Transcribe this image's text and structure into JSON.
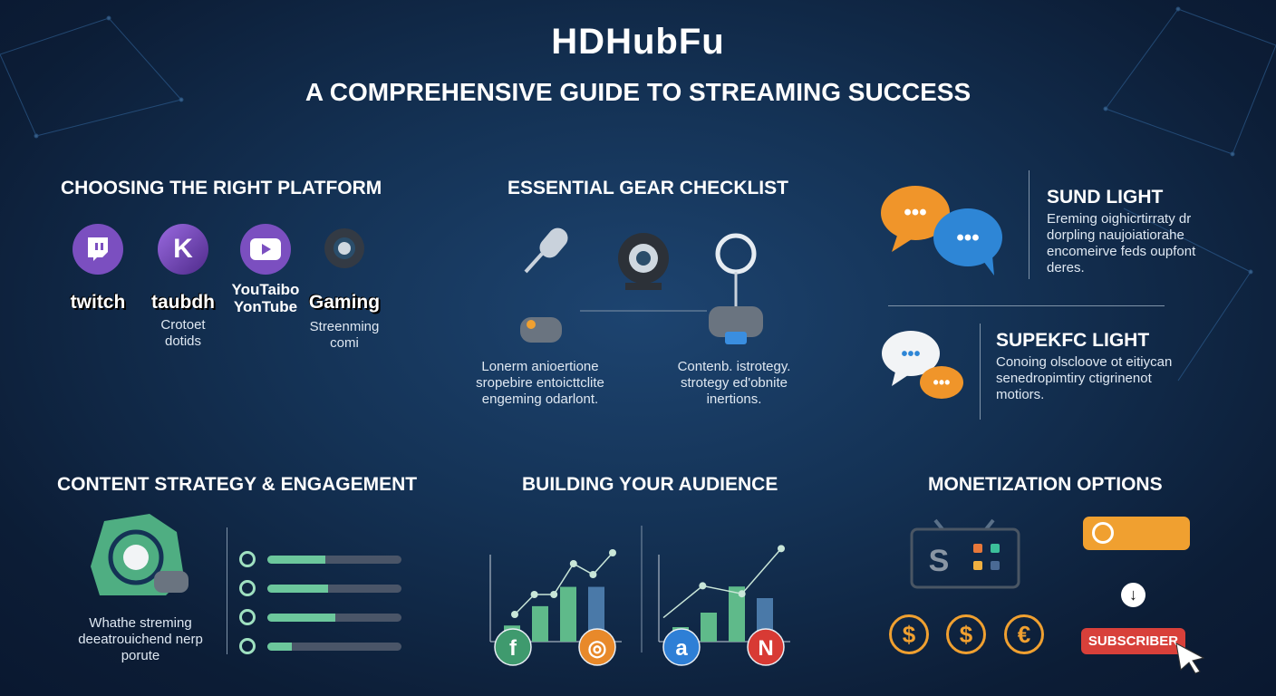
{
  "header": {
    "title": "HDHubFu",
    "subtitle": "A COMPREHENSIVE GUIDE TO STREAMING SUCCESS"
  },
  "platform": {
    "heading": "CHOOSING THE RIGHT PLATFORM",
    "items": [
      {
        "icon": "twitch-icon",
        "logo": "twitch",
        "caption": ""
      },
      {
        "icon": "kick-icon",
        "logo": "taubdh",
        "caption": "Crotoet dotids"
      },
      {
        "icon": "youtube-icon",
        "logo": "YouTaibo YonTube",
        "caption": ""
      },
      {
        "icon": "webcam-icon",
        "logo": "Gaming",
        "caption": "Streenming comi"
      }
    ]
  },
  "gear": {
    "heading": "ESSENTIAL GEAR CHECKLIST",
    "captions": [
      "Lonerm anioertione sropebire entoicttclite engeming odarlont.",
      "Contenb. istrotegy. strotegy ed'obnite inertions."
    ]
  },
  "tips": [
    {
      "heading": "SUND LIGHT",
      "text": "Ereming oighicrtirraty dr dorpling naujoiatiorahe encomeirve feds oupfont deres."
    },
    {
      "heading": "SUPEKFC LIGHT",
      "text": "Conoing olscloove ot eitiycan senedropimtiry ctigrinenot motiors."
    }
  ],
  "content": {
    "heading": "CONTENT STRATEGY & ENGAGEMENT",
    "caption": "Whathe streming deeatrouichend nerp porute",
    "progress": [
      0.43,
      0.45,
      0.51,
      0.18
    ],
    "accent": "#6cc79c"
  },
  "audience": {
    "heading": "BUILDING YOUR AUDIENCE",
    "charts": [
      {
        "bars": [
          1,
          2.2,
          3.4,
          3.4
        ],
        "line": [
          1.5,
          2.6,
          2.6,
          4.3,
          3.7,
          4.9
        ],
        "icons": [
          "facebook-icon",
          "instagram-icon"
        ]
      },
      {
        "bars": [
          1,
          2,
          3.8,
          3
        ],
        "line": [
          1.8,
          4.2,
          3.6,
          7
        ],
        "icons": [
          "app-icon",
          "news-icon"
        ]
      }
    ]
  },
  "monetization": {
    "heading": "MONETIZATION OPTIONS",
    "coins": [
      "$",
      "$",
      "€"
    ],
    "subscribe_label": "SUBSCRIBER",
    "accent": "#f0a030",
    "button_color": "#d8403a"
  }
}
